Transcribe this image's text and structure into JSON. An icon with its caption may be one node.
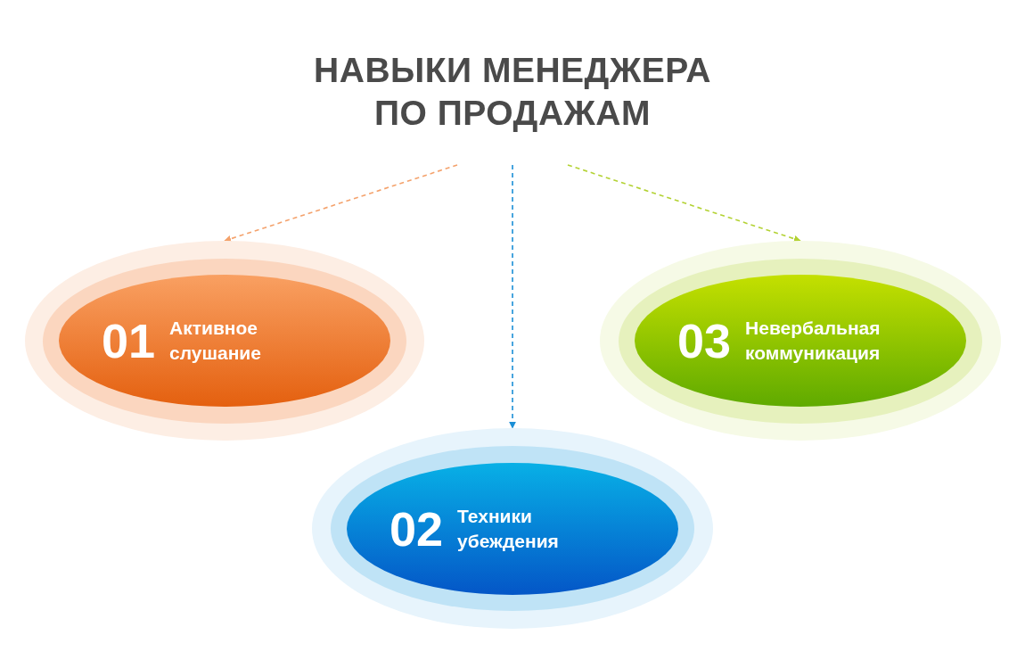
{
  "diagram": {
    "nodes": [
      {
        "text": [
          "НАВЫКИ МЕНЕДЖЕРА ПО ПРОДАЖАМ"
        ]
      },
      {
        "text": [
          "01",
          "Активное слушание"
        ]
      },
      {
        "text": [
          "02",
          "Техники убеждения"
        ]
      },
      {
        "text": [
          "03",
          "Невербальная коммуникация"
        ]
      }
    ],
    "edges": [
      {
        "from": 0,
        "to": 1,
        "arrow": "to",
        "style": "dashed",
        "color": "#f4a26c"
      },
      {
        "from": 0,
        "to": 2,
        "arrow": "to",
        "style": "dashed",
        "color": "#1b8fd6"
      },
      {
        "from": 0,
        "to": 3,
        "arrow": "to",
        "style": "dashed",
        "color": "#b3d233"
      }
    ]
  }
}
